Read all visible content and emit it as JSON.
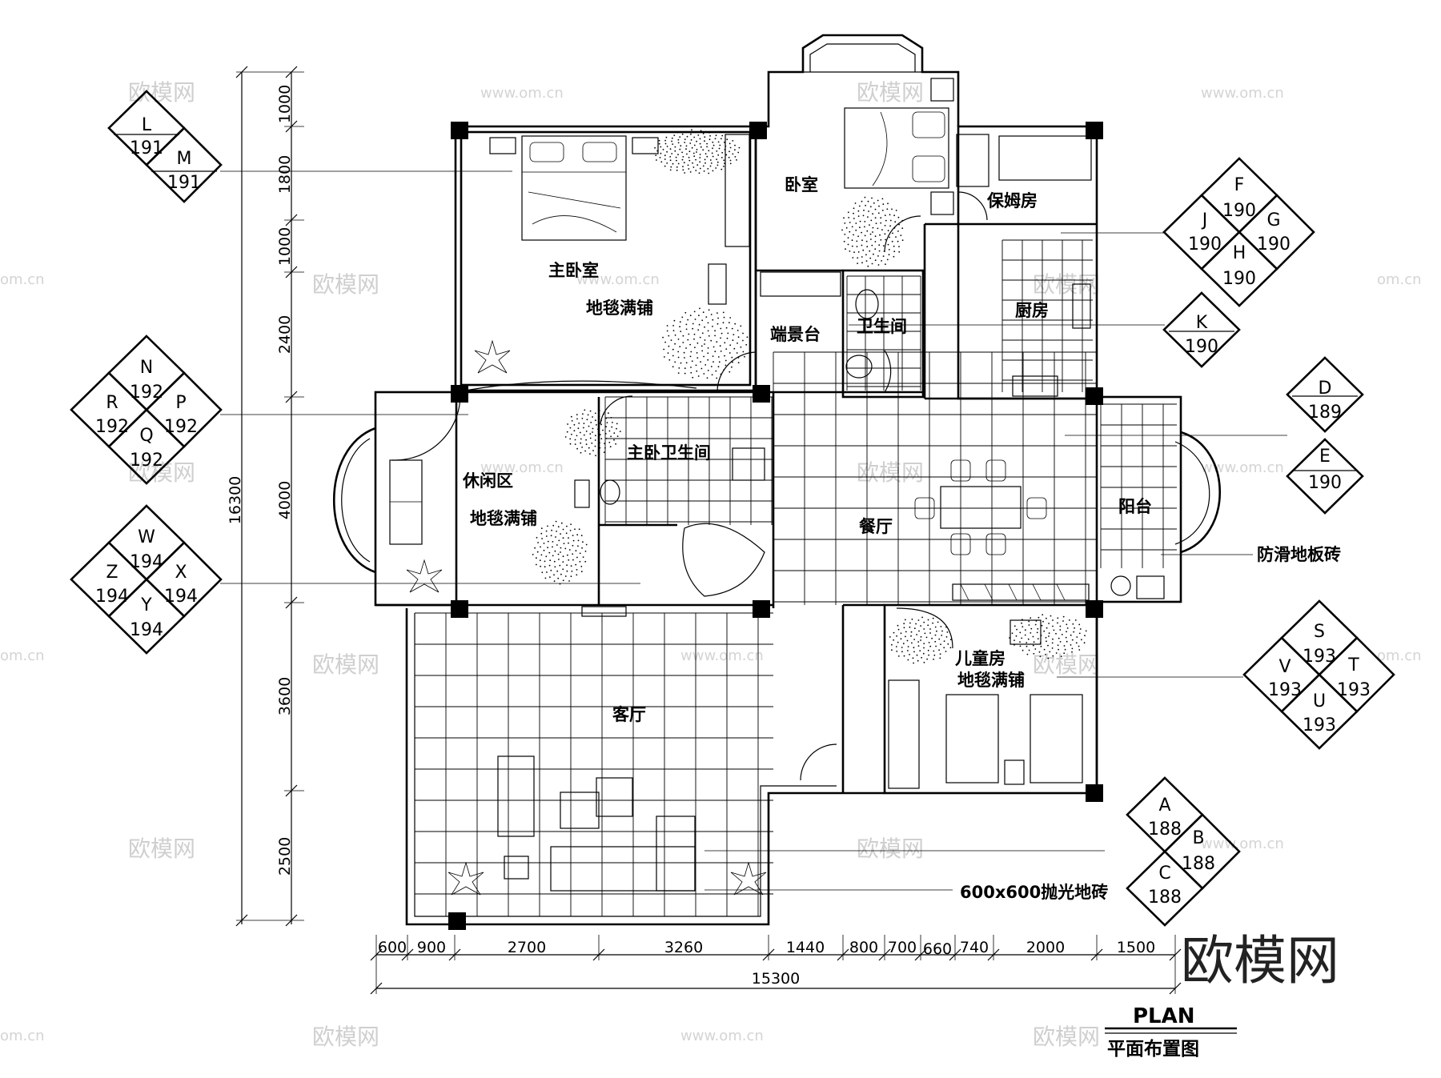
{
  "rooms": {
    "master_bedroom": "主卧室",
    "carpet": "地毯满铺",
    "bedroom": "卧室",
    "nanny_room": "保姆房",
    "kitchen": "厨房",
    "bathroom": "卫生间",
    "entrance_stand": "端景台",
    "master_bath": "主卧卫生间",
    "leisure": "休闲区",
    "dining": "餐厅",
    "balcony": "阳台",
    "kids_room": "儿童房",
    "living": "客厅"
  },
  "notes": {
    "anti_slip_tile": "防滑地板砖",
    "polished_tile": "600x600抛光地砖"
  },
  "dimensions": {
    "vertical": [
      "1000",
      "1800",
      "1000",
      "2400",
      "4000",
      "3600",
      "2500"
    ],
    "vertical_total": "16300",
    "horizontal": [
      "600",
      "900",
      "2700",
      "3260",
      "1440",
      "800",
      "700",
      "660",
      "740",
      "2000",
      "1500"
    ],
    "horizontal_total": "15300"
  },
  "tags": {
    "LM": {
      "top": "L",
      "top_num": "191",
      "right": "M",
      "right_num": "191"
    },
    "NRPQ": {
      "top": "N",
      "top_num": "192",
      "left": "R",
      "left_num": "192",
      "right": "P",
      "right_num": "192",
      "bottom": "Q",
      "bottom_num": "192"
    },
    "WZXY": {
      "top": "W",
      "top_num": "194",
      "left": "Z",
      "left_num": "194",
      "right": "X",
      "right_num": "194",
      "bottom": "Y",
      "bottom_num": "194"
    },
    "FJGH": {
      "top": "F",
      "top_num": "190",
      "left": "J",
      "left_num": "190",
      "right": "G",
      "right_num": "190",
      "bottom": "H",
      "bottom_num": "190"
    },
    "K": {
      "letter": "K",
      "num": "190"
    },
    "D": {
      "letter": "D",
      "num": "189"
    },
    "E": {
      "letter": "E",
      "num": "190"
    },
    "SVTU": {
      "top": "S",
      "top_num": "193",
      "left": "V",
      "left_num": "193",
      "right": "T",
      "right_num": "193",
      "bottom": "U",
      "bottom_num": "193"
    },
    "ABC": {
      "top": "A",
      "top_num": "188",
      "right": "B",
      "right_num": "188",
      "bottom": "C",
      "bottom_num": "188"
    }
  },
  "title": {
    "main": "PLAN",
    "sub": "平面布置图"
  },
  "watermark": {
    "brand": "欧模网",
    "site": "www.om.cn",
    "site_short": "om.cn"
  }
}
